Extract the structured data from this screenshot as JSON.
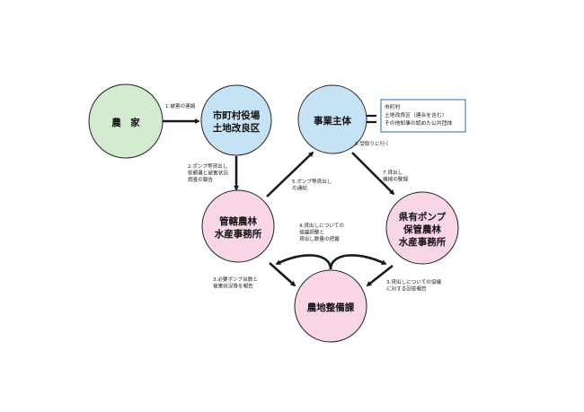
{
  "nodes": {
    "nouka": {
      "lines": [
        "農　家"
      ],
      "fill": "#d3ecd0"
    },
    "shichoson": {
      "lines": [
        "市町村役場",
        "土地改良区"
      ],
      "fill": "#c6e3f5"
    },
    "jigyo": {
      "lines": [
        "事業主体"
      ],
      "fill": "#c6e3f5"
    },
    "kankatsu": {
      "lines": [
        "管轄農林",
        "水産事務所"
      ],
      "fill": "#f9d6e6"
    },
    "kenyu": {
      "lines": [
        "県有ポンプ",
        "保管農林",
        "水産事務所"
      ],
      "fill": "#f9d6e6"
    },
    "nochi": {
      "lines": [
        "農地整備課"
      ],
      "fill": "#f9d6e6"
    }
  },
  "equals_sign": "＝",
  "definition_box": {
    "lines": [
      "市町村",
      "土地改良区（連合を含む）",
      "その他知事の認めた公共団体"
    ]
  },
  "arrow_labels": {
    "a1": [
      "1.被害の連絡"
    ],
    "a2": [
      "2.ポンプ等貸出し",
      "依頼書と被害状況",
      "調査の報告"
    ],
    "a3l": [
      "3.必要ポンプ台数と",
      "被害状況等を報告"
    ],
    "a3r": [
      "3.貸出しについての協議",
      "に対する回答報告"
    ],
    "a4": [
      "4.貸出しについての",
      "協議調整と",
      "貸出し数量の把握"
    ],
    "a5": [
      "5.ポンプ等貸出し",
      "の通知"
    ],
    "a6": [
      "6.受取りに行く"
    ],
    "a7": [
      "7.貸出し",
      "機械の整理"
    ]
  }
}
